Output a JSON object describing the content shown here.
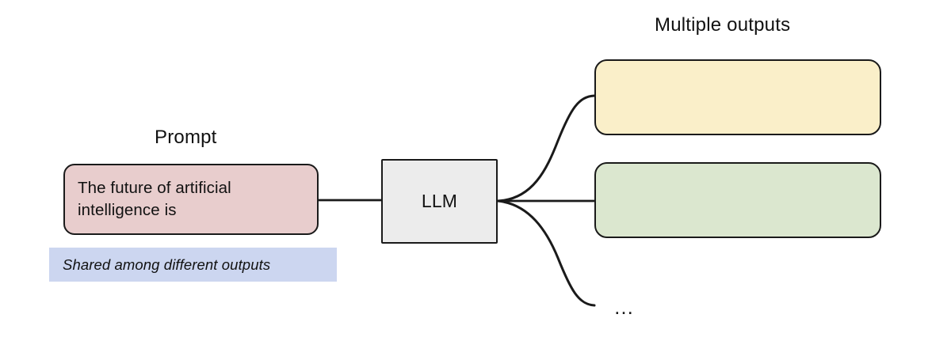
{
  "diagram": {
    "title_prompt": "Prompt",
    "title_outputs": "Multiple outputs",
    "ellipsis": "…",
    "colors": {
      "background": "#ffffff",
      "stroke": "#1a1a1a",
      "prompt_fill": "#e8cdcd",
      "llm_fill": "#ececec",
      "output_1_fill": "#faefc9",
      "output_2_fill": "#dbe7cf",
      "note_fill": "#ccd6f0",
      "text": "#111111"
    }
  },
  "prompt_node": {
    "label": "The future of artificial\nintelligence is"
  },
  "model_node": {
    "label": "LLM"
  },
  "outputs": [
    {
      "label": "",
      "fill": "#faefc9"
    },
    {
      "label": "",
      "fill": "#dbe7cf"
    }
  ],
  "note": {
    "label": "Shared among different outputs"
  }
}
